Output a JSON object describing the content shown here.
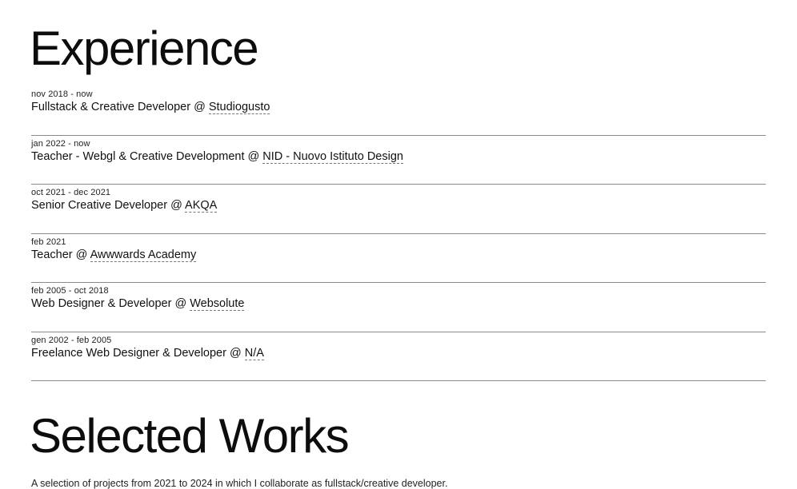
{
  "experience": {
    "title": "Experience",
    "items": [
      {
        "date": "nov 2018 - now",
        "role": "Fullstack & Creative Developer @ ",
        "company": "Studiogusto"
      },
      {
        "date": "jan 2022 - now",
        "role": "Teacher - Webgl & Creative Development @ ",
        "company": "NID - Nuovo Istituto Design"
      },
      {
        "date": "oct 2021 - dec 2021",
        "role": "Senior Creative Developer @ ",
        "company": "AKQA"
      },
      {
        "date": "feb 2021",
        "role": "Teacher @ ",
        "company": "Awwwards Academy"
      },
      {
        "date": "feb 2005 - oct 2018",
        "role": "Web Designer & Developer @ ",
        "company": "Websolute"
      },
      {
        "date": "gen 2002 - feb 2005",
        "role": "Freelance Web Designer & Developer @ ",
        "company": "N/A"
      }
    ]
  },
  "works": {
    "title": "Selected Works",
    "description": "A selection of projects from 2021 to 2024 in which I collaborate as fullstack/creative developer."
  }
}
